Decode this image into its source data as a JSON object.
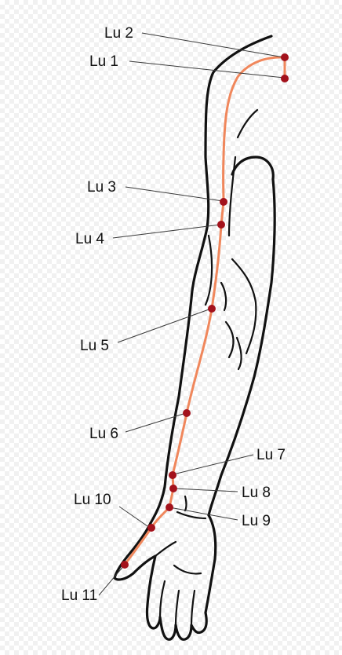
{
  "colors": {
    "meridian": "#f0875c",
    "point": "#a3121c",
    "outline": "#111111",
    "leader": "#3a3a3a"
  },
  "points": [
    {
      "id": "lu2",
      "label": "Lu 2"
    },
    {
      "id": "lu1",
      "label": "Lu 1"
    },
    {
      "id": "lu3",
      "label": "Lu 3"
    },
    {
      "id": "lu4",
      "label": "Lu 4"
    },
    {
      "id": "lu5",
      "label": "Lu 5"
    },
    {
      "id": "lu6",
      "label": "Lu 6"
    },
    {
      "id": "lu7",
      "label": "Lu 7"
    },
    {
      "id": "lu8",
      "label": "Lu 8"
    },
    {
      "id": "lu10",
      "label": "Lu 10"
    },
    {
      "id": "lu9",
      "label": "Lu 9"
    },
    {
      "id": "lu11",
      "label": "Lu 11"
    }
  ]
}
